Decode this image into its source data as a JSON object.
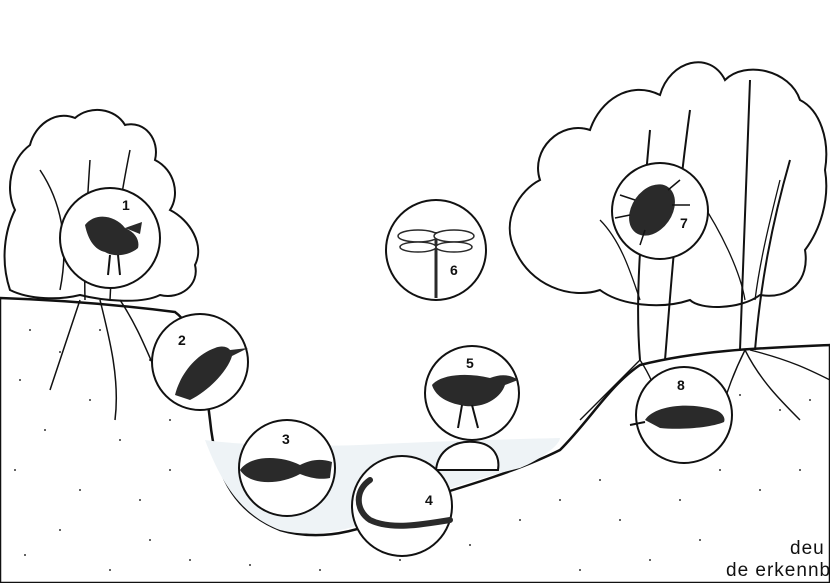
{
  "figure": {
    "badges": [
      {
        "number": "1",
        "subject": "wren"
      },
      {
        "number": "2",
        "subject": "kingfisher"
      },
      {
        "number": "3",
        "subject": "bullhead-fish"
      },
      {
        "number": "4",
        "subject": "eel"
      },
      {
        "number": "5",
        "subject": "dipper"
      },
      {
        "number": "6",
        "subject": "dragonfly"
      },
      {
        "number": "7",
        "subject": "beetle"
      },
      {
        "number": "8",
        "subject": "water-shrew"
      }
    ],
    "corner_text_line1": "deu",
    "corner_text_line2": "de erkennb"
  },
  "colors": {
    "ink": "#111111",
    "paper": "#ffffff",
    "water": "#eef3f6"
  }
}
